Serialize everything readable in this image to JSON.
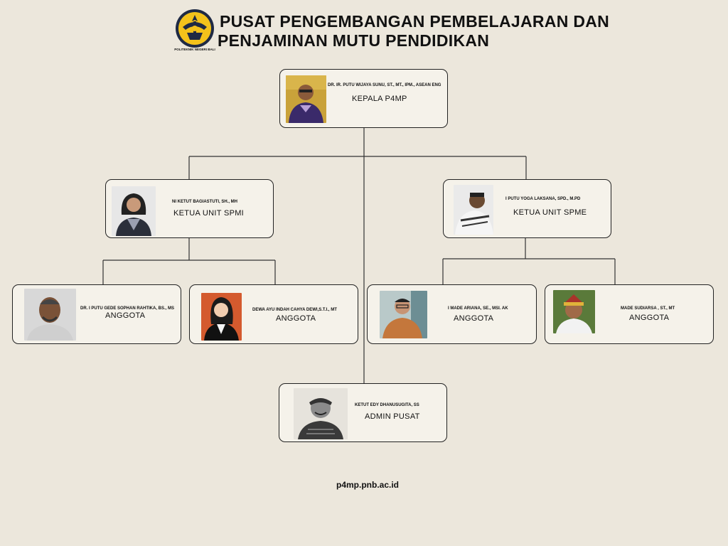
{
  "header": {
    "logo_caption": "POLITEKNIK NEGERI BALI",
    "title_line1": "PUSAT PENGEMBANGAN PEMBELAJARAN DAN",
    "title_line2": "PENJAMINAN MUTU PENDIDIKAN"
  },
  "nodes": {
    "head": {
      "name": "DR. IR. PUTU WIJAYA SUNU, ST., MT., IPM., ASEAN ENG",
      "role": "KEPALA P4MP"
    },
    "spmi": {
      "name": "NI KETUT BAGIASTUTI, SH., MH",
      "role": "KETUA UNIT SPMI"
    },
    "spme": {
      "name": "I PUTU YOGA LAKSANA, SPD., M.PD",
      "role": "KETUA UNIT SPME"
    },
    "m1": {
      "name": "DR. I PUTU GEDE SOPHAN RAHTIKA, BS., MS",
      "role": "ANGGOTA"
    },
    "m2": {
      "name": "DEWA AYU INDAH CAHYA DEWI,S.T.I., MT",
      "role": "ANGGOTA"
    },
    "m3": {
      "name": "I MADE ARIANA, SE., MSI. AK",
      "role": "ANGGOTA"
    },
    "m4": {
      "name": "MADE SUDIARSA , ST., MT",
      "role": "ANGGOTA"
    },
    "admin": {
      "name": "KETUT EDY DHANUSUGITA, SS",
      "role": "ADMIN PUSAT"
    }
  },
  "footer": {
    "url": "p4mp.pnb.ac.id"
  },
  "colors": {
    "background": "#ece7dc",
    "card": "#f5f2ea",
    "line": "#333333",
    "logo_yellow": "#f3c21b"
  }
}
